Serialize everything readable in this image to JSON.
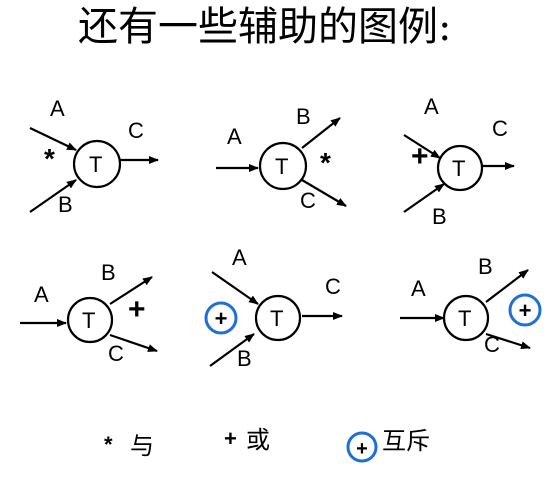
{
  "title": "还有一些辅助的图例:",
  "node_label": "T",
  "labels": {
    "a": "A",
    "b": "B",
    "c": "C"
  },
  "symbols": {
    "and": "*",
    "or": "+",
    "xor": "+"
  },
  "legend": {
    "and_symbol": "*",
    "and_text": "与",
    "or_symbol": "+",
    "or_text": "或",
    "xor_symbol": "+",
    "xor_text": "互斥"
  },
  "colors": {
    "xor_ring": "#1f6fd6",
    "line": "#000000"
  },
  "diagrams": [
    {
      "id": "d1",
      "inputs": [
        "A",
        "B"
      ],
      "outputs": [
        "C"
      ],
      "relation": "and",
      "relation_side": "input"
    },
    {
      "id": "d2",
      "inputs": [
        "A"
      ],
      "outputs": [
        "B",
        "C"
      ],
      "relation": "and",
      "relation_side": "output"
    },
    {
      "id": "d3",
      "inputs": [
        "A",
        "B"
      ],
      "outputs": [
        "C"
      ],
      "relation": "or",
      "relation_side": "input"
    },
    {
      "id": "d4",
      "inputs": [
        "A"
      ],
      "outputs": [
        "B",
        "C"
      ],
      "relation": "or",
      "relation_side": "output"
    },
    {
      "id": "d5",
      "inputs": [
        "A",
        "B"
      ],
      "outputs": [
        "C"
      ],
      "relation": "xor",
      "relation_side": "input"
    },
    {
      "id": "d6",
      "inputs": [
        "A"
      ],
      "outputs": [
        "B",
        "C"
      ],
      "relation": "xor",
      "relation_side": "output"
    }
  ]
}
